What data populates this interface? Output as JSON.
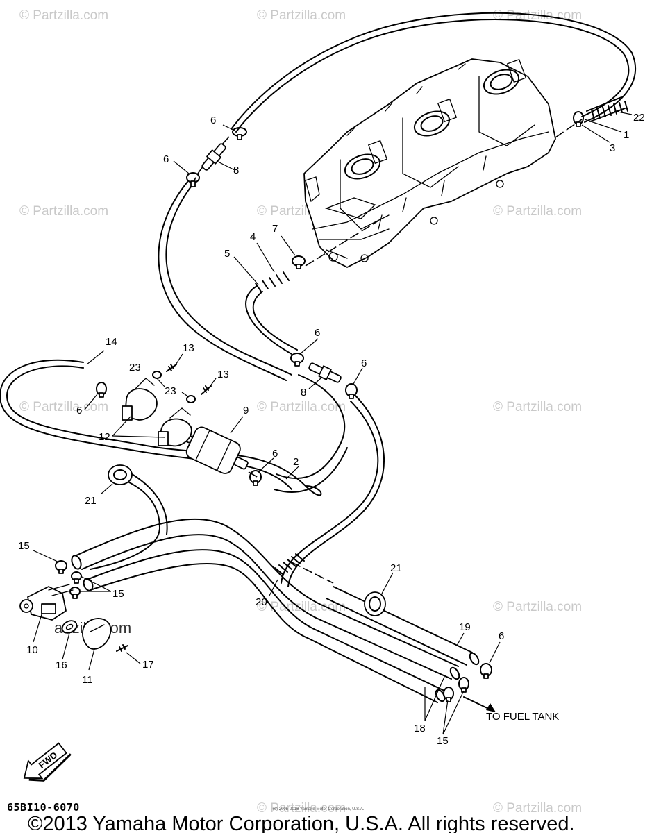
{
  "diagram": {
    "watermark": "© Partzilla.com",
    "watermark_inline": "artzilla.com",
    "destination_label": "TO FUEL TANK",
    "drawing_code": "65BI10-6070",
    "small_copyright": "(c) 2005-2016 Yamaha Motor Corporation, U.S.A.",
    "copyright": "©2013 Yamaha Motor Corporation, U.S.A. All rights reserved.",
    "fwd_label": "FWD",
    "callouts": [
      "1",
      "2",
      "3",
      "4",
      "5",
      "6",
      "7",
      "8",
      "9",
      "10",
      "11",
      "12",
      "13",
      "14",
      "15",
      "16",
      "17",
      "18",
      "19",
      "20",
      "21",
      "22",
      "23"
    ]
  }
}
